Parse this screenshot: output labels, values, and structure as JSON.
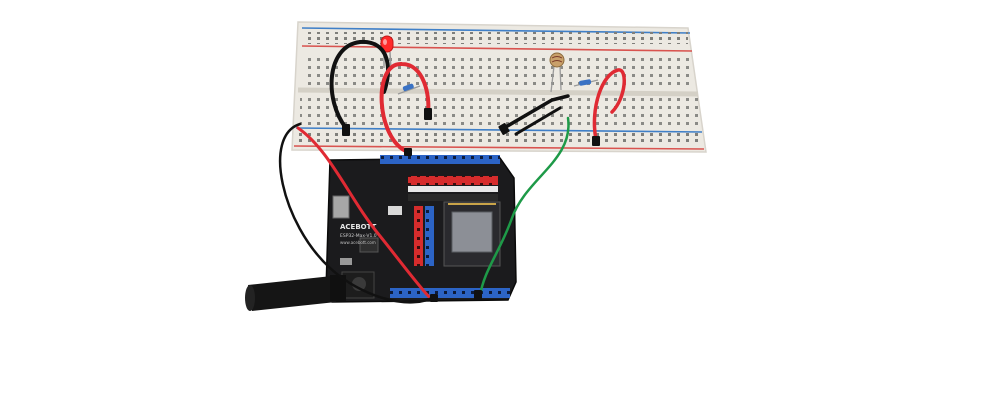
{
  "board": {
    "brand": "ACEBOTT",
    "model_line": "ESP32-Max-V1.0",
    "website": "www.acebott.com"
  },
  "colors": {
    "background": "#ffffff",
    "breadboard": "#ece9e2",
    "rail_red": "#d9534f",
    "rail_blue": "#3f7fc7",
    "board_pcb": "#1b1b1d",
    "header_blue": "#2c64c6",
    "header_red": "#d62c2c",
    "wire_red": "#e02a33",
    "wire_black": "#111111",
    "wire_green": "#1e9a48",
    "led_red": "#ff2a2a",
    "usb_cable": "#151515"
  },
  "components": [
    "red-led",
    "photoresistor",
    "resistor",
    "esp32-module",
    "usb-cable"
  ]
}
